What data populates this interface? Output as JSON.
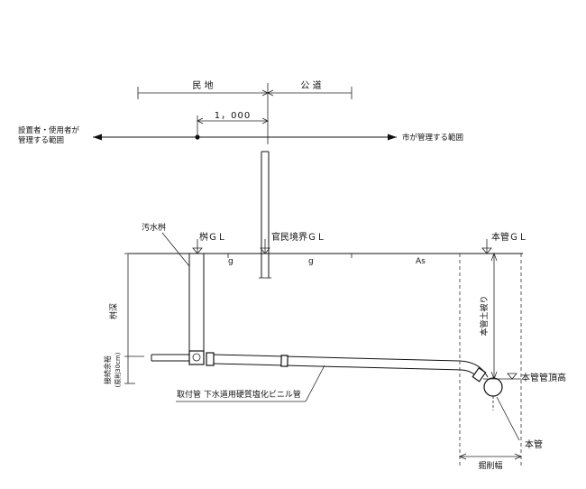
{
  "labels": {
    "private_land": "民 地",
    "public_road": "公 道",
    "distance": "1，000",
    "owner_side": [
      "設置者・使用者が",
      "管理する範囲"
    ],
    "city_side": "市が管理する範囲",
    "sewage_basin": "汚水桝",
    "basin_gl": "桝ＧＬ",
    "boundary_gl": "官民境界ＧＬ",
    "main_gl": "本管ＧＬ",
    "surface_g1": "g",
    "surface_g2": "g",
    "surface_as": "As",
    "basin_depth": "桝深",
    "connection_margin": [
      "接続余裕",
      "(原則30cm)"
    ],
    "main_cover": "本管土被り",
    "main_top": "本管管頂高",
    "lateral_pipe": "取付管 下水道用硬質塩化ビニル管",
    "main_pipe": "本管",
    "trench_width": "掘削幅"
  }
}
